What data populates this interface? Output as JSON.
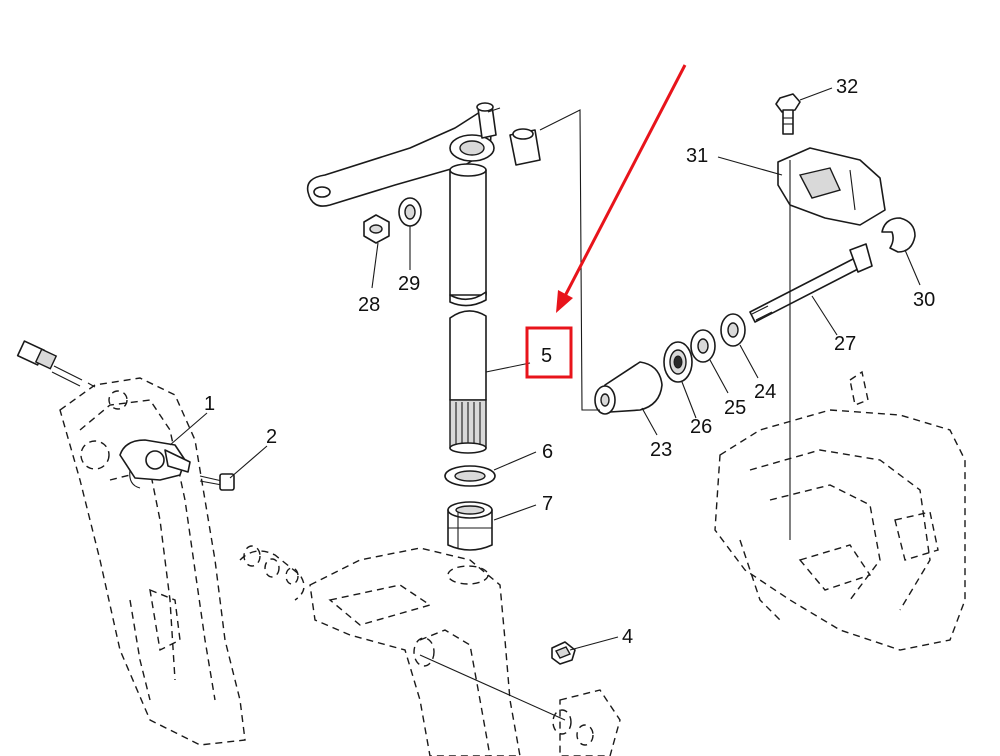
{
  "callouts": {
    "c1": "1",
    "c2": "2",
    "c4": "4",
    "c5": "5",
    "c6": "6",
    "c7": "7",
    "c23": "23",
    "c24": "24",
    "c25": "25",
    "c26": "26",
    "c27": "27",
    "c28": "28",
    "c29": "29",
    "c30": "30",
    "c31": "31",
    "c32": "32"
  },
  "highlight": {
    "part": "5",
    "color": "#e8141b"
  },
  "line_color": "#1a1a1a"
}
